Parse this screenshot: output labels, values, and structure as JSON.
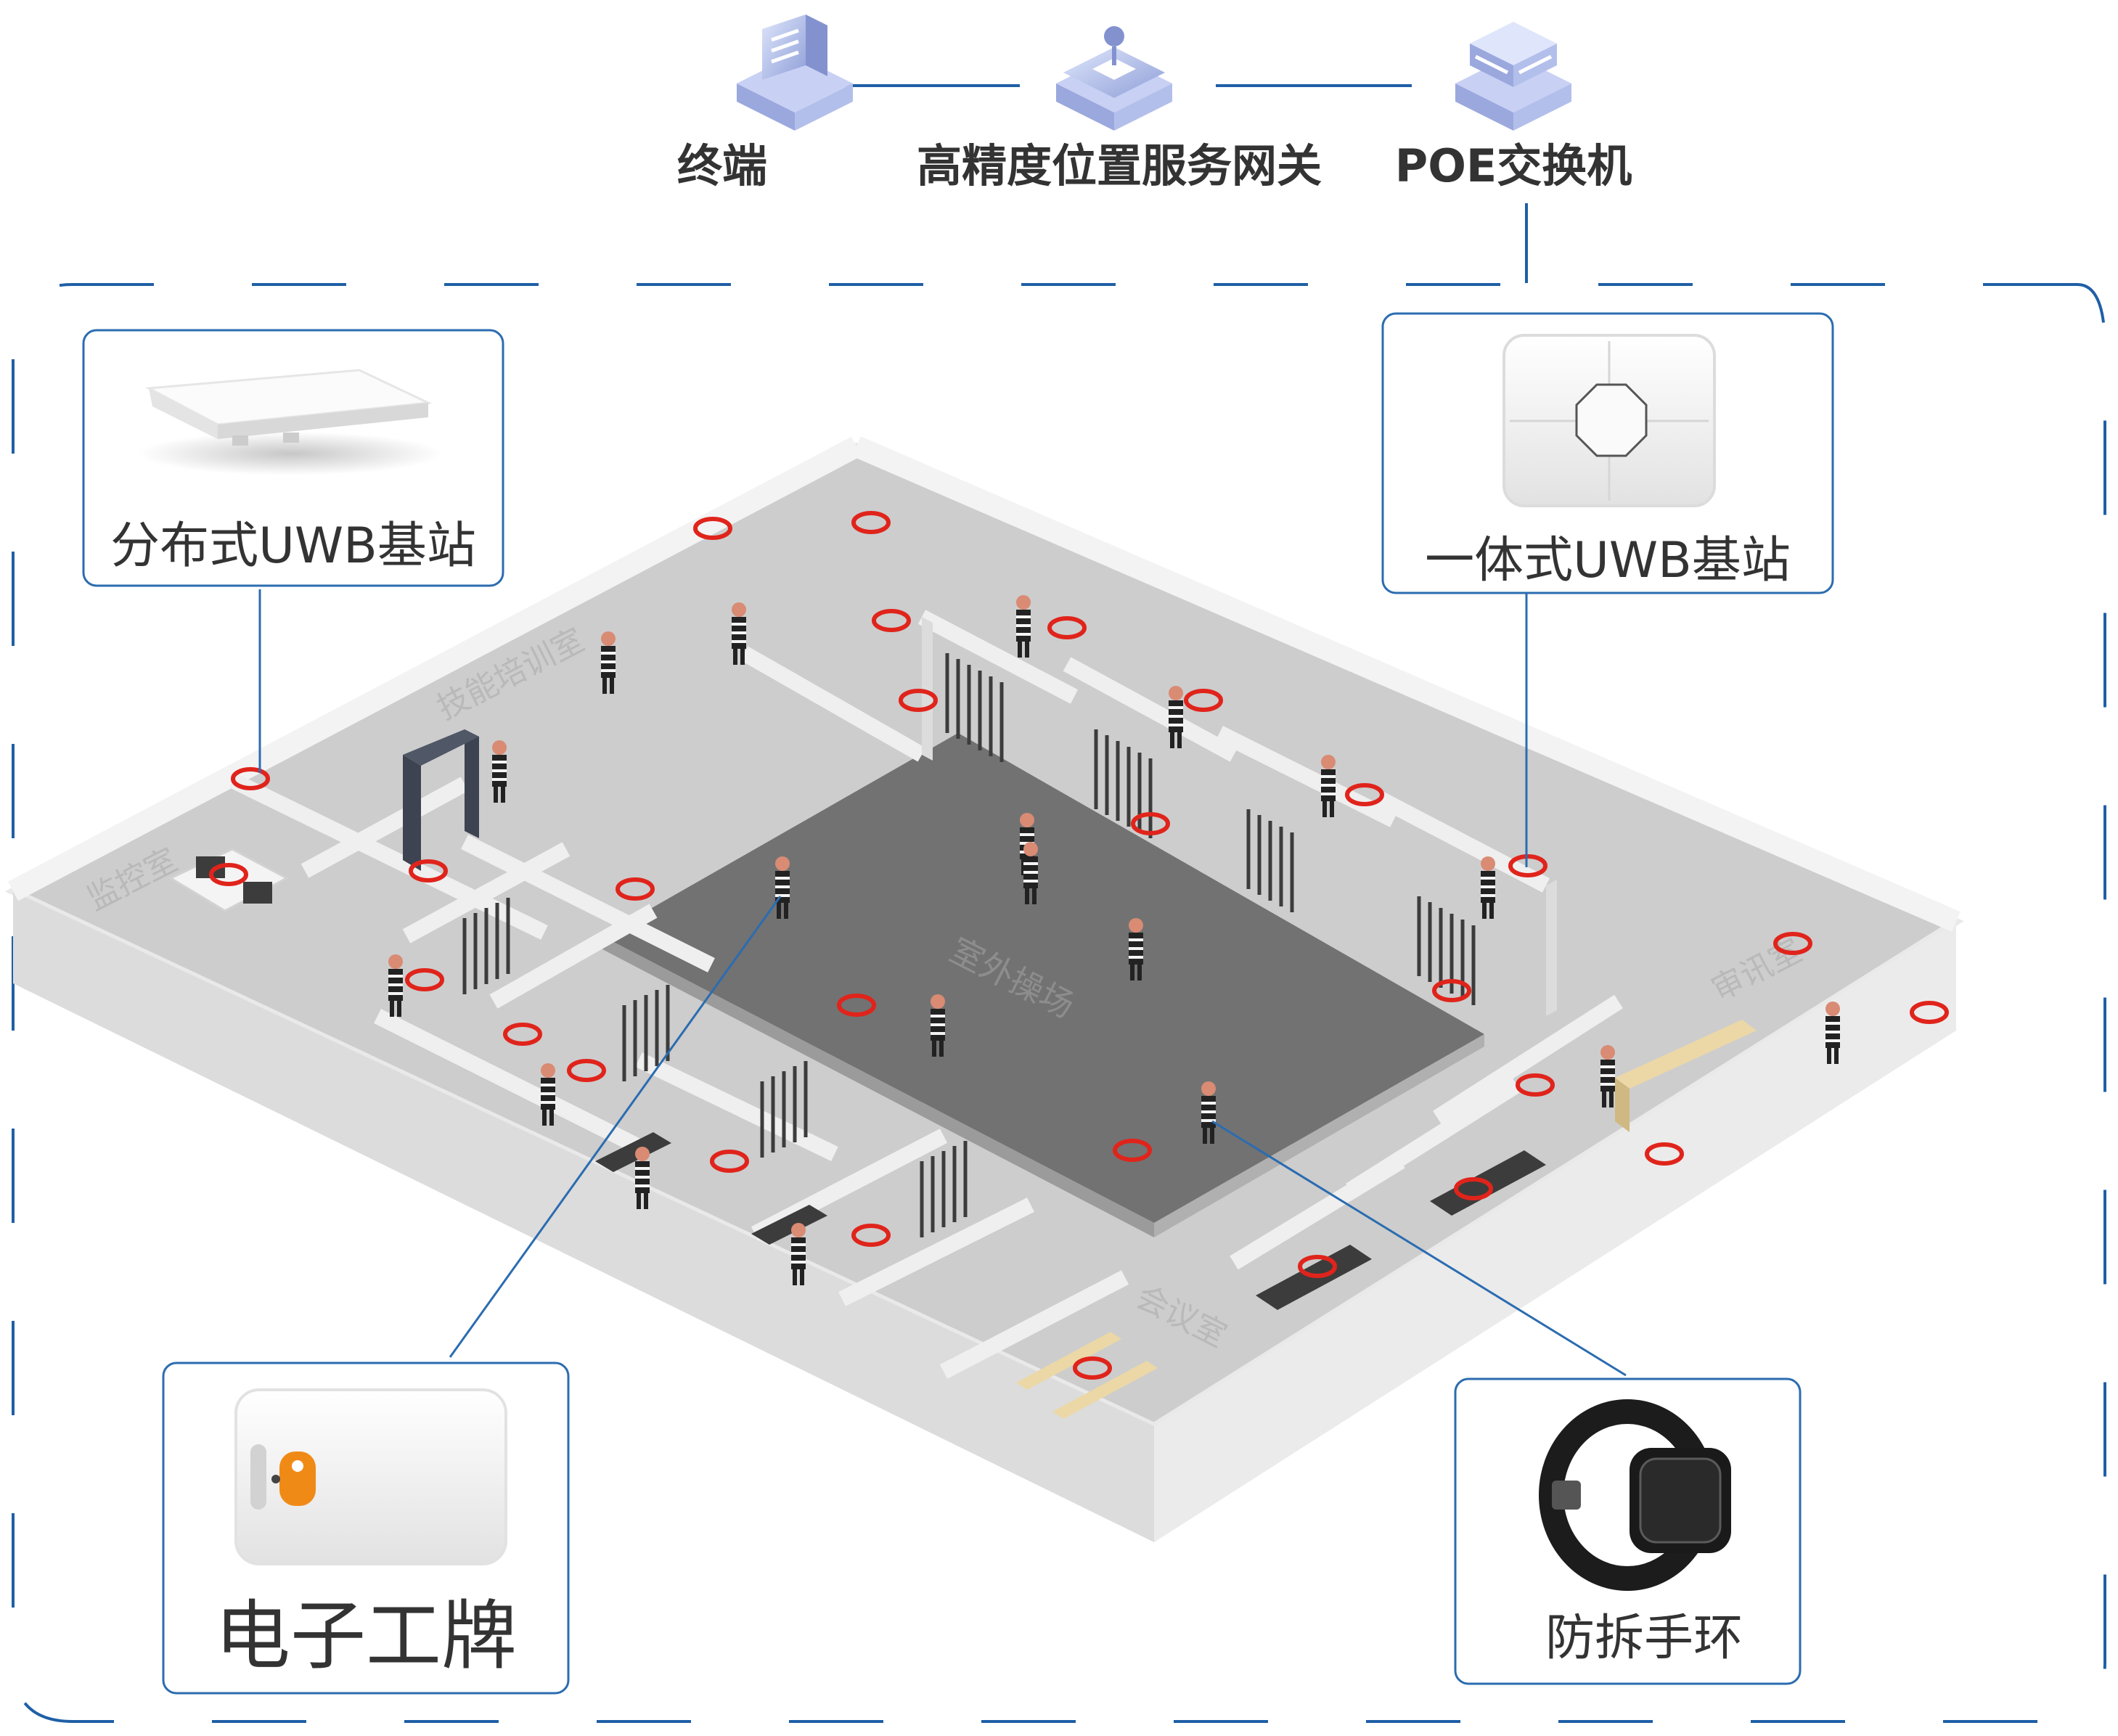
{
  "top_chain": [
    {
      "label": "终端",
      "icon": "terminal-server-icon"
    },
    {
      "label": "高精度位置服务网关",
      "icon": "gateway-icon"
    },
    {
      "label": "POE交换机",
      "icon": "switch-icon"
    }
  ],
  "devices": {
    "distributed_uwb": {
      "label": "分布式UWB基站",
      "icon": "distributed-uwb-base-station-icon"
    },
    "integrated_uwb": {
      "label": "一体式UWB基站",
      "icon": "integrated-uwb-base-station-icon"
    },
    "badge": {
      "label": "电子工牌",
      "icon": "electronic-badge-icon"
    },
    "wristband": {
      "label": "防拆手环",
      "icon": "tamper-proof-wristband-icon"
    }
  },
  "rooms": {
    "training": "技能培训室",
    "monitor": "监控室",
    "yard": "室外操场",
    "interrogation": "审讯室",
    "meeting": "会议室"
  },
  "colors": {
    "accent_blue": "#1f5fa6",
    "line_blue": "#2b6cb0",
    "anchor_red": "#e0241b",
    "wall_top": "#f1f1f1",
    "wall_side": "#d9d9d9",
    "floor": "#c8c8c8",
    "yard_floor": "#727272"
  }
}
